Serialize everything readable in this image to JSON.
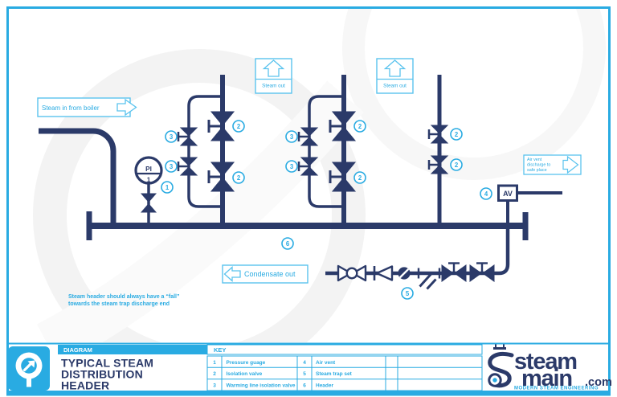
{
  "frame": {
    "diagram_label": "DIAGRAM",
    "key_label": "KEY"
  },
  "title": {
    "line1": "TYPICAL STEAM",
    "line2": "DISTRIBUTION",
    "line3": "HEADER"
  },
  "key": {
    "items": [
      {
        "num": "1",
        "label": "Pressure guage"
      },
      {
        "num": "2",
        "label": "Isolation valve"
      },
      {
        "num": "3",
        "label": "Warming line isolation valve"
      },
      {
        "num": "4",
        "label": "Air vent"
      },
      {
        "num": "5",
        "label": "Steam trap set"
      },
      {
        "num": "6",
        "label": "Header"
      }
    ]
  },
  "annotations": {
    "steam_in": "Steam in from boiler",
    "steam_out": "Steam out",
    "condensate_out": "Condensate out",
    "air_vent": {
      "line1": "Air vent",
      "line2": "discharge to",
      "line3": "safe place"
    },
    "note": {
      "line1": "Steam header should always have a “fall”",
      "line2": "towards the steam trap discharge end"
    }
  },
  "equipment": {
    "gauge_top": "PI",
    "gauge_num": "1",
    "air_vent_box": "AV"
  },
  "markers": {
    "m1": "1",
    "m2": "2",
    "m3": "3",
    "m4": "4",
    "m5": "5",
    "m6": "6"
  },
  "brand": {
    "steam": "steam",
    "main": "main",
    "com": ".com",
    "tagline": "MODERN STEAM ENGINEERING"
  },
  "colors": {
    "navy": "#2b3a69",
    "blue": "#29abe2",
    "light_blue": "#5ac3ee"
  }
}
